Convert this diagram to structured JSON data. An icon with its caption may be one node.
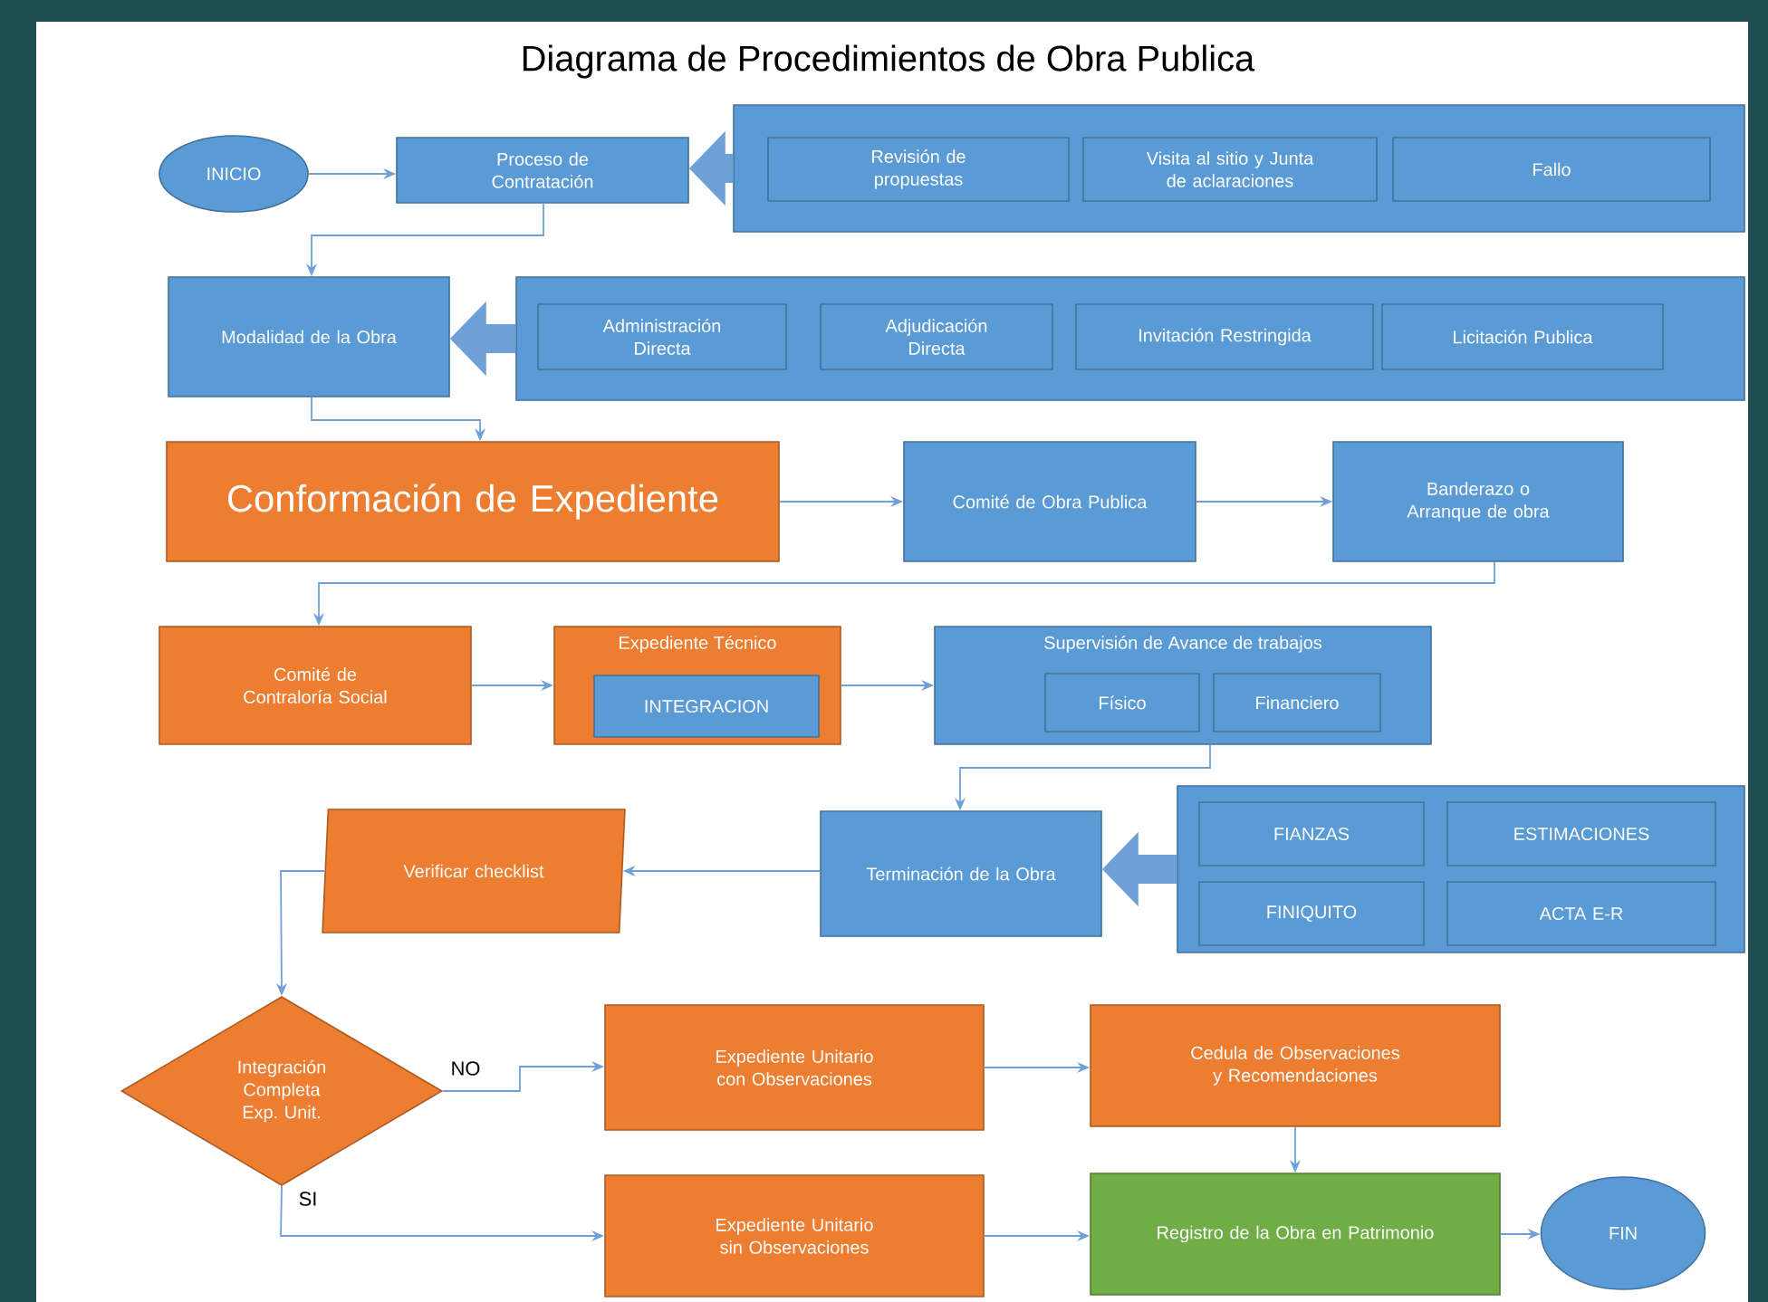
{
  "diagram": {
    "title": "Diagrama de Procedimientos de Obra Publica",
    "nodes": [
      {
        "text": [
          "INICIO"
        ]
      },
      {
        "text": [
          "Proceso de Contratación"
        ]
      },
      {
        "text": [],
        "shape": "box"
      },
      {
        "text": [
          "Revisión de propuestas"
        ],
        "in": 2
      },
      {
        "text": [
          "Visita al sitio y Junta de aclaraciones"
        ],
        "in": 2
      },
      {
        "text": [
          "Fallo"
        ],
        "in": 2
      },
      {
        "text": [
          "Modalidad de la Obra"
        ]
      },
      {
        "text": [],
        "shape": "box"
      },
      {
        "text": [
          "Administración Directa"
        ],
        "in": 7
      },
      {
        "text": [
          "Adjudicación Directa"
        ],
        "in": 7
      },
      {
        "text": [
          "Invitación Restringida"
        ],
        "in": 7
      },
      {
        "text": [
          "Licitación Publica"
        ],
        "in": 7
      },
      {
        "text": [
          "Conformación de Expediente"
        ]
      },
      {
        "text": [
          "Comité de Obra Publica"
        ]
      },
      {
        "text": [
          "Banderazo o Arranque de obra"
        ]
      },
      {
        "text": [
          "Comité de Contraloría Social"
        ]
      },
      {
        "text": [
          "Expediente Técnico"
        ]
      },
      {
        "text": [
          "INTEGRACION"
        ],
        "in": 16
      },
      {
        "text": [
          "Supervisión de Avance de trabajos"
        ]
      },
      {
        "text": [
          "Físico"
        ],
        "in": 18
      },
      {
        "text": [
          "Financiero"
        ],
        "in": 18
      },
      {
        "text": [
          "Terminación de la Obra"
        ]
      },
      {
        "text": [],
        "shape": "box"
      },
      {
        "text": [
          "FIANZAS"
        ],
        "in": 22
      },
      {
        "text": [
          "ESTIMACIONES"
        ],
        "in": 22
      },
      {
        "text": [
          "FINIQUITO"
        ],
        "in": 22
      },
      {
        "text": [
          "ACTA E-R"
        ],
        "in": 22
      },
      {
        "text": [
          "Verificar checklist"
        ]
      },
      {
        "text": [
          "Integración Completa Exp. Unit."
        ]
      },
      {
        "text": [
          "Expediente Unitario con Observaciones"
        ]
      },
      {
        "text": [
          "Cedula de Observaciones y Recomendaciones"
        ]
      },
      {
        "text": [
          "Expediente Unitario sin Observaciones"
        ]
      },
      {
        "text": [
          "Registro de la Obra en Patrimonio"
        ]
      },
      {
        "text": [
          "FIN"
        ]
      }
    ],
    "edges": [
      {
        "from": 0,
        "to": 1,
        "arrow": "to"
      },
      {
        "from": 2,
        "to": 1,
        "arrow": "to",
        "style": "thick"
      },
      {
        "from": 1,
        "to": 6,
        "arrow": "to"
      },
      {
        "from": 7,
        "to": 6,
        "arrow": "to",
        "style": "thick"
      },
      {
        "from": 6,
        "to": 12,
        "arrow": "to"
      },
      {
        "from": 12,
        "to": 13,
        "arrow": "to"
      },
      {
        "from": 13,
        "to": 14,
        "arrow": "to"
      },
      {
        "from": 14,
        "to": 15,
        "arrow": "to"
      },
      {
        "from": 15,
        "to": 16,
        "arrow": "to"
      },
      {
        "from": 16,
        "to": 18,
        "arrow": "to"
      },
      {
        "from": 18,
        "to": 21,
        "arrow": "to"
      },
      {
        "from": 22,
        "to": 21,
        "arrow": "to",
        "style": "thick"
      },
      {
        "from": 21,
        "to": 27,
        "arrow": "to"
      },
      {
        "from": 27,
        "to": 28,
        "arrow": "to"
      },
      {
        "from": 28,
        "to": 29,
        "arrow": "to",
        "label": "NO"
      },
      {
        "from": 29,
        "to": 30,
        "arrow": "to"
      },
      {
        "from": 30,
        "to": 32,
        "arrow": "to"
      },
      {
        "from": 28,
        "to": 31,
        "arrow": "to",
        "label": "SI"
      },
      {
        "from": 31,
        "to": 32,
        "arrow": "to"
      },
      {
        "from": 32,
        "to": 33,
        "arrow": "to"
      }
    ]
  }
}
